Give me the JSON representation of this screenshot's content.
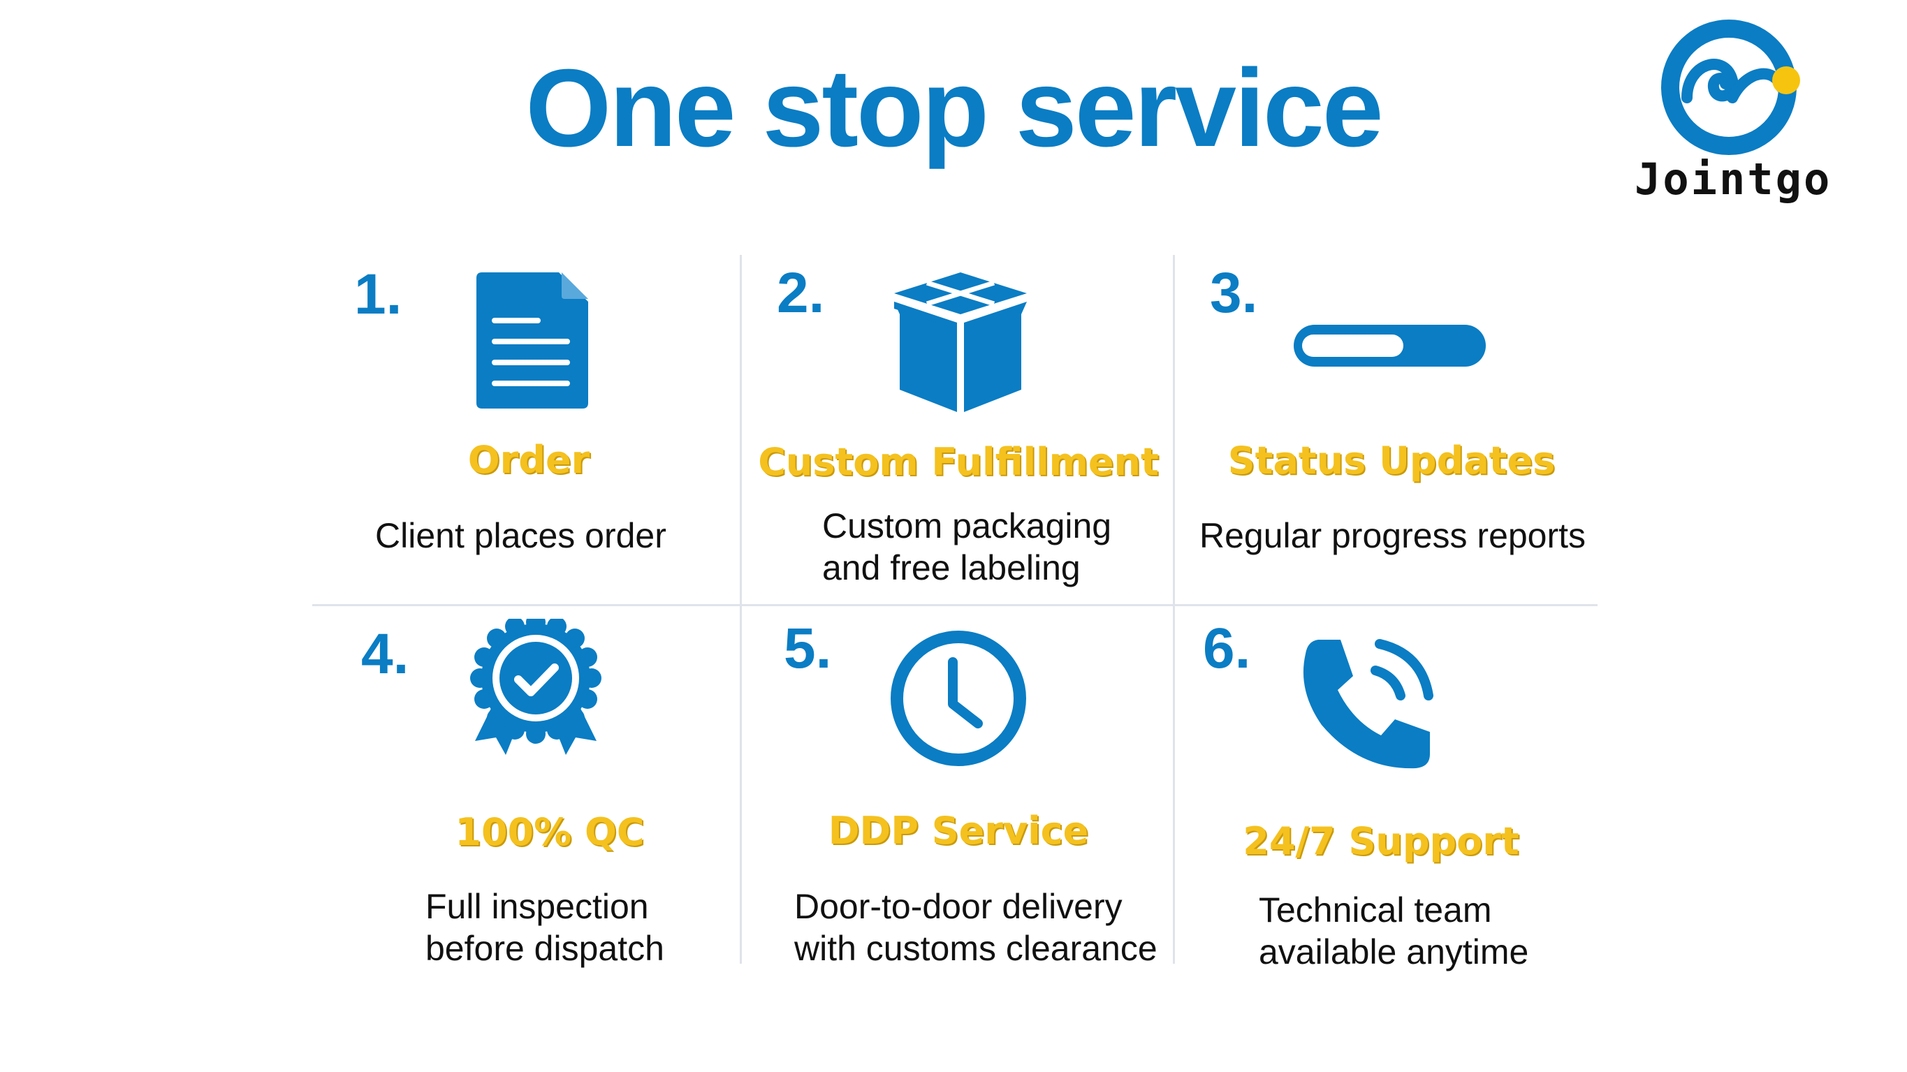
{
  "title": "One stop service",
  "logo": {
    "name": "Jointgo"
  },
  "colors": {
    "accent_blue": "#0a7dc4",
    "label_yellow": "#f4c11e",
    "logo_dot": "#f6c40f",
    "divider": "#dfe3ea"
  },
  "services": [
    {
      "number": "1.",
      "icon": "document-icon",
      "label": "Order",
      "desc": [
        "Client places order"
      ]
    },
    {
      "number": "2.",
      "icon": "box-icon",
      "label": "Custom Fulfillment",
      "desc": [
        "Custom packaging",
        "and free labeling"
      ]
    },
    {
      "number": "3.",
      "icon": "progress-bar-icon",
      "label": "Status Updates",
      "desc": [
        "Regular progress reports"
      ]
    },
    {
      "number": "4.",
      "icon": "quality-badge-icon",
      "label": "100% QC",
      "desc": [
        "Full inspection",
        "before dispatch"
      ]
    },
    {
      "number": "5.",
      "icon": "clock-icon",
      "label": "DDP Service",
      "desc": [
        "Door-to-door delivery",
        "with customs clearance"
      ]
    },
    {
      "number": "6.",
      "icon": "phone-icon",
      "label": "24/7 Support",
      "desc": [
        "Technical team",
        "available anytime"
      ]
    }
  ]
}
